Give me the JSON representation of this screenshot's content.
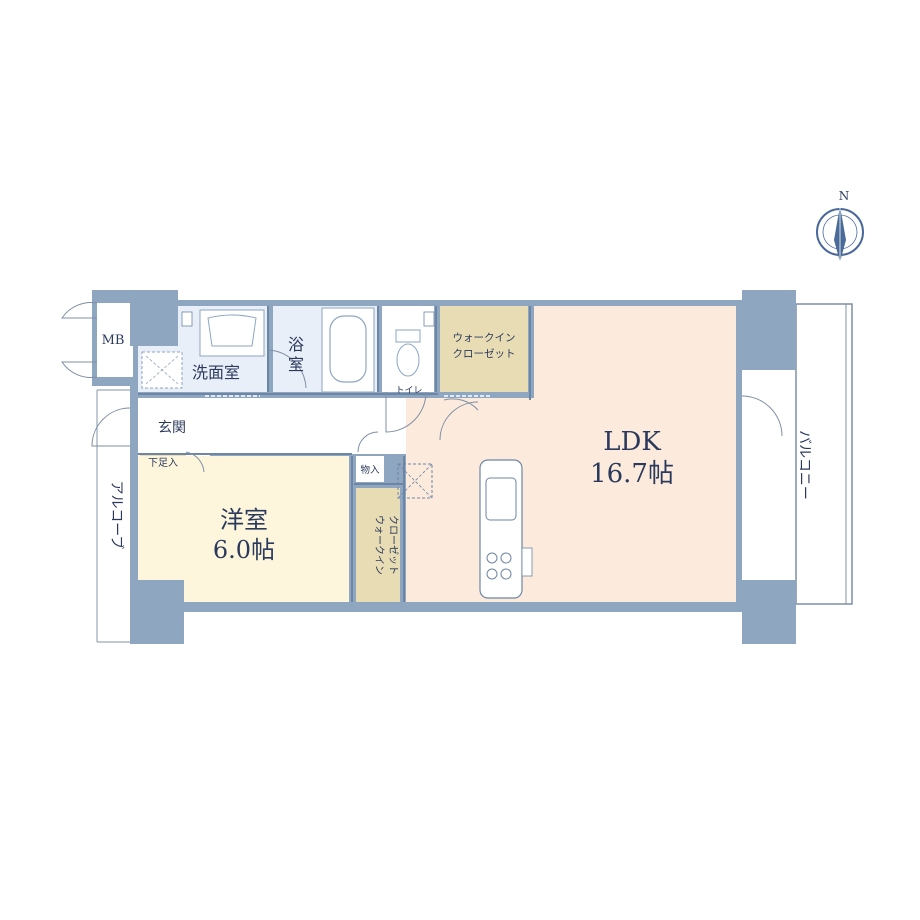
{
  "colors": {
    "wall": "#8fa6c1",
    "wall_line": "#6d86a6",
    "ldk": "#fcebdc",
    "western_room": "#fdf6dc",
    "closet": "#e8dcb4",
    "wet_area": "#e9eff8",
    "floor": "#ffffff",
    "text": "#2b3a5c",
    "compass": "#4a6a9a"
  },
  "compass": {
    "label": "N"
  },
  "rooms": {
    "mb": "MB",
    "washroom": "洗面室",
    "bath_top": "浴",
    "bath_bottom": "室",
    "toilet": "トイレ",
    "wic_top_line1": "ウォークイン",
    "wic_top_line2": "クローゼット",
    "entrance": "玄関",
    "shoe_box": "下足入",
    "storage": "物入",
    "western_name": "洋室",
    "western_size": "6.0帖",
    "wic_side_line1": "ウォークイン",
    "wic_side_line2": "クローゼット",
    "ldk_name": "LDK",
    "ldk_size": "16.7帖",
    "alcove": "アルコーブ",
    "balcony": "バルコニー"
  }
}
